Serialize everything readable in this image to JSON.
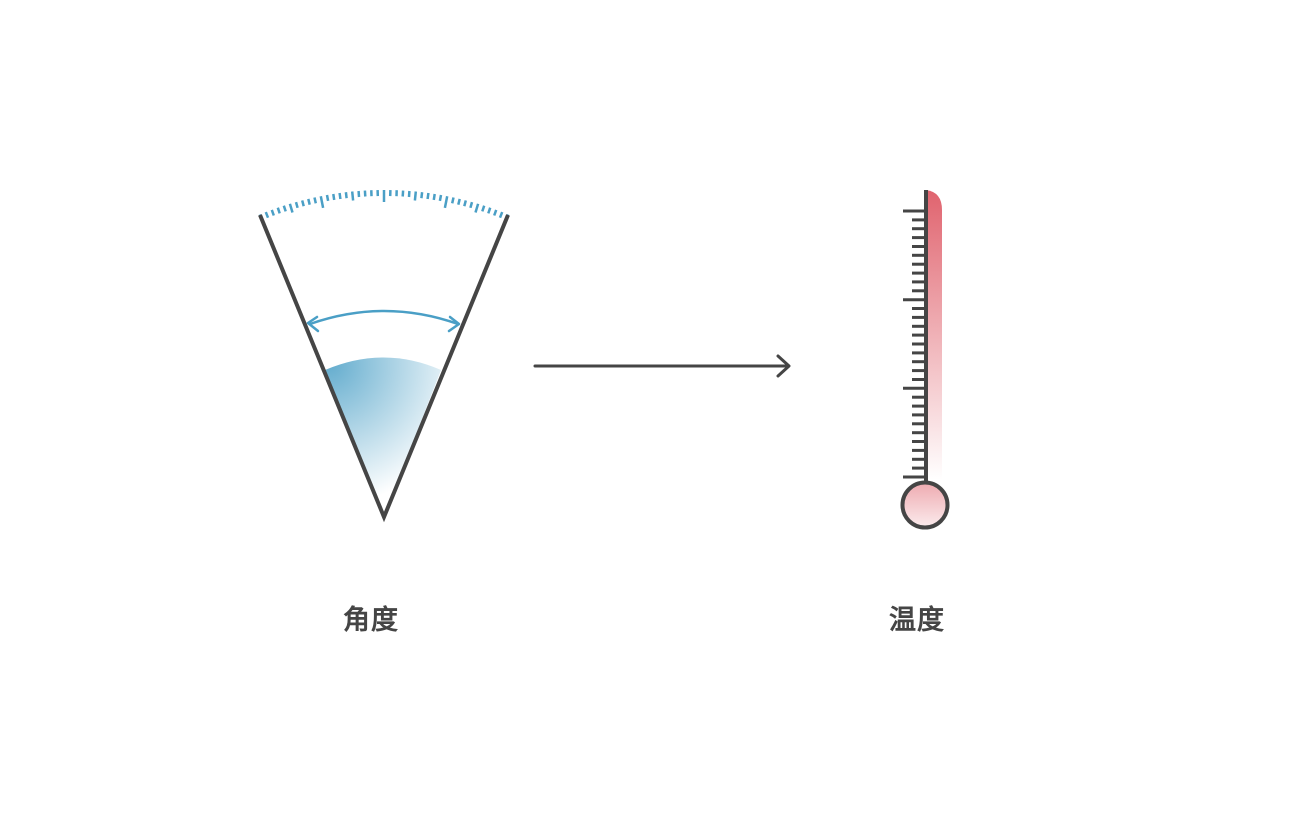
{
  "labels": {
    "angle": "角度",
    "temperature": "温度"
  },
  "colors": {
    "stroke": "#454545",
    "angle_accent": "#4a9fc6",
    "temperature_accent": "#e0636e",
    "background": "#ffffff"
  },
  "icons": {
    "left": "angle-protractor-icon",
    "middle": "arrow-right-icon",
    "right": "thermometer-icon"
  },
  "diagram": {
    "relation": "angle-to-temperature"
  }
}
